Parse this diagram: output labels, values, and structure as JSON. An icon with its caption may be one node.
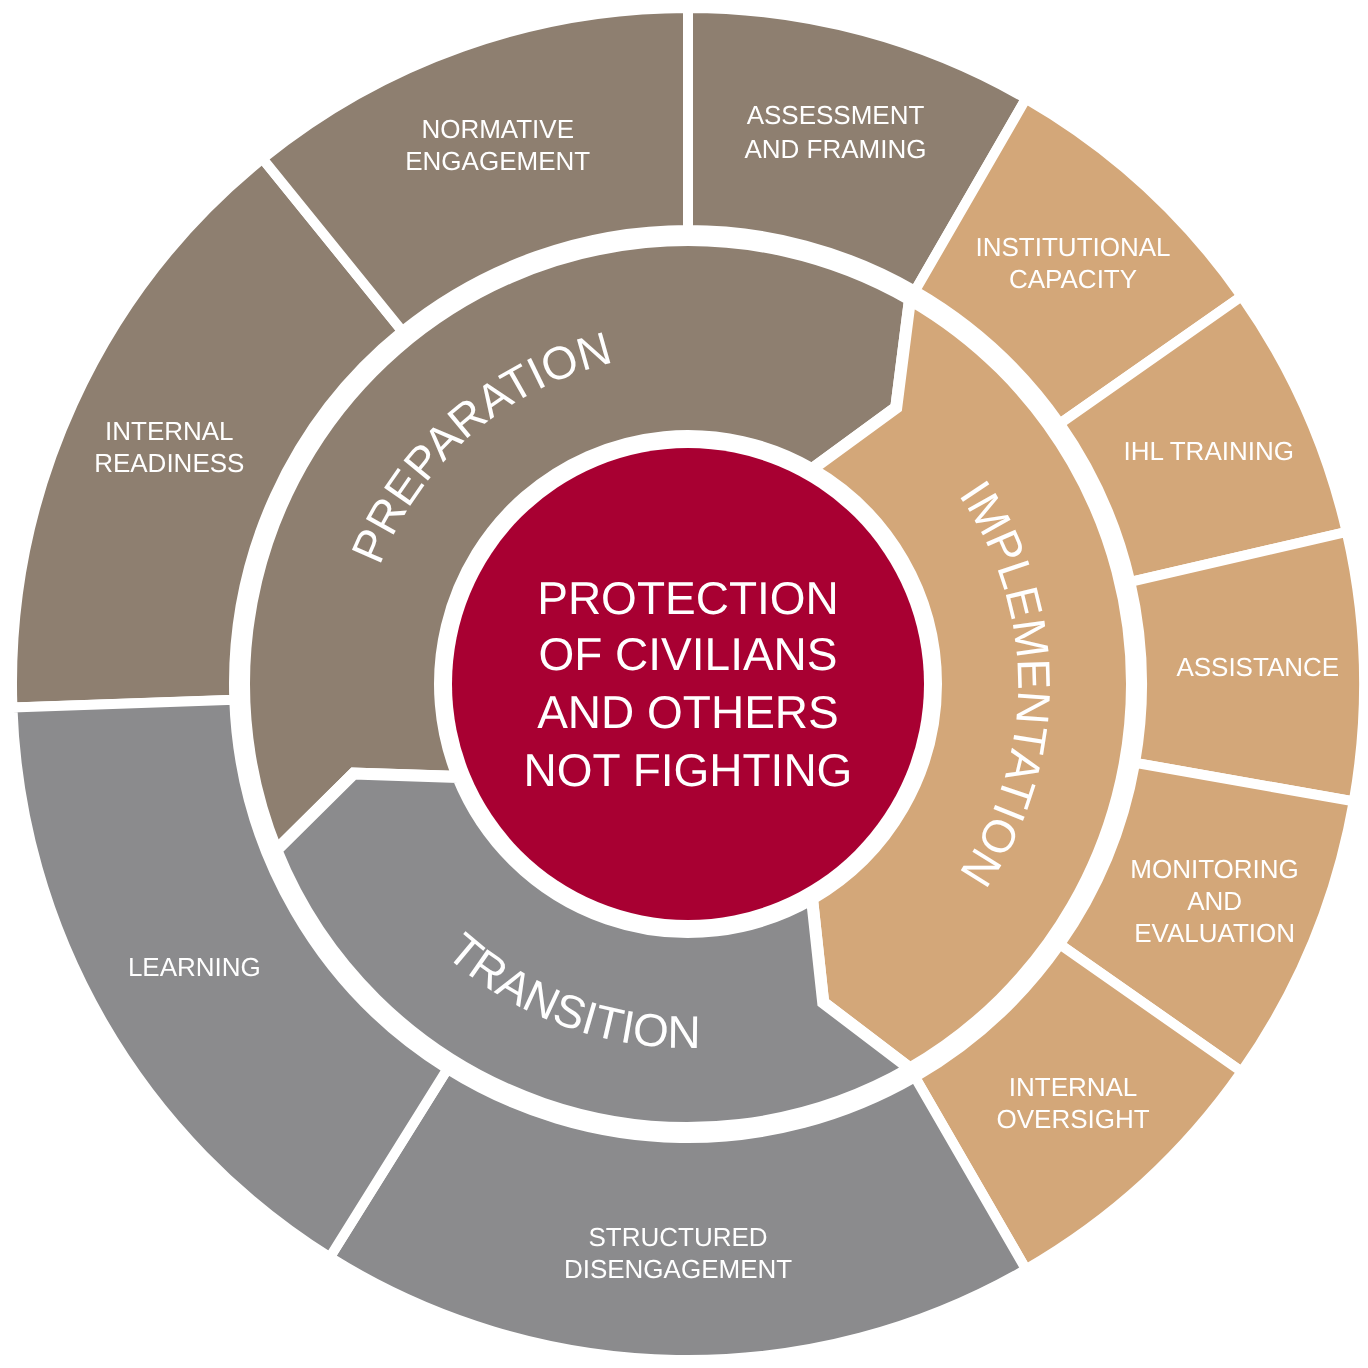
{
  "diagram": {
    "nodes": [
      {
        "text": [
          "PROTECTION OF CIVILIANS AND OTHERS NOT FIGHTING"
        ]
      },
      {
        "text": [
          "PREPARATION"
        ]
      },
      {
        "text": [
          "IMPLEMENTATION"
        ]
      },
      {
        "text": [
          "TRANSITION"
        ]
      },
      {
        "text": [
          "INTERNAL READINESS"
        ]
      },
      {
        "text": [
          "NORMATIVE ENGAGEMENT"
        ]
      },
      {
        "text": [
          "ASSESSMENT AND FRAMING"
        ]
      },
      {
        "text": [
          "INSTITUTIONAL CAPACITY"
        ]
      },
      {
        "text": [
          "IHL TRAINING"
        ]
      },
      {
        "text": [
          "ASSISTANCE"
        ]
      },
      {
        "text": [
          "MONITORING AND EVALUATION"
        ]
      },
      {
        "text": [
          "INTERNAL OVERSIGHT"
        ]
      },
      {
        "text": [
          "STRUCTURED DISENGAGEMENT"
        ]
      },
      {
        "text": [
          "LEARNING"
        ]
      }
    ]
  }
}
